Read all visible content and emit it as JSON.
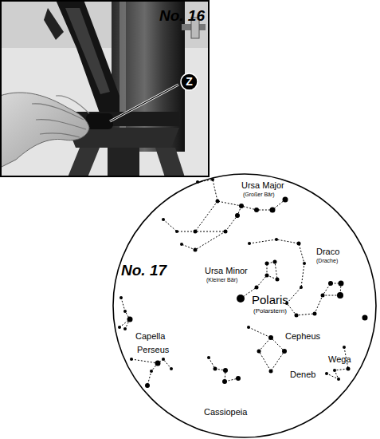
{
  "diagram": {
    "nodes": [
      {
        "text": [
          "No. 16"
        ]
      },
      {
        "text": [
          "Z"
        ],
        "in": 0
      },
      {
        "text": [
          "No. 17"
        ]
      }
    ],
    "labels": [
      "Ursa Major",
      "(Großer Bär)",
      "Draco",
      "(Drache)",
      "Ursa Minor",
      "(Kleiner Bär)",
      "Polaris",
      "(Polarstern)",
      "Capella",
      "Cepheus",
      "Wega",
      "Perseus",
      "Deneb",
      "Cassiopeia"
    ]
  }
}
